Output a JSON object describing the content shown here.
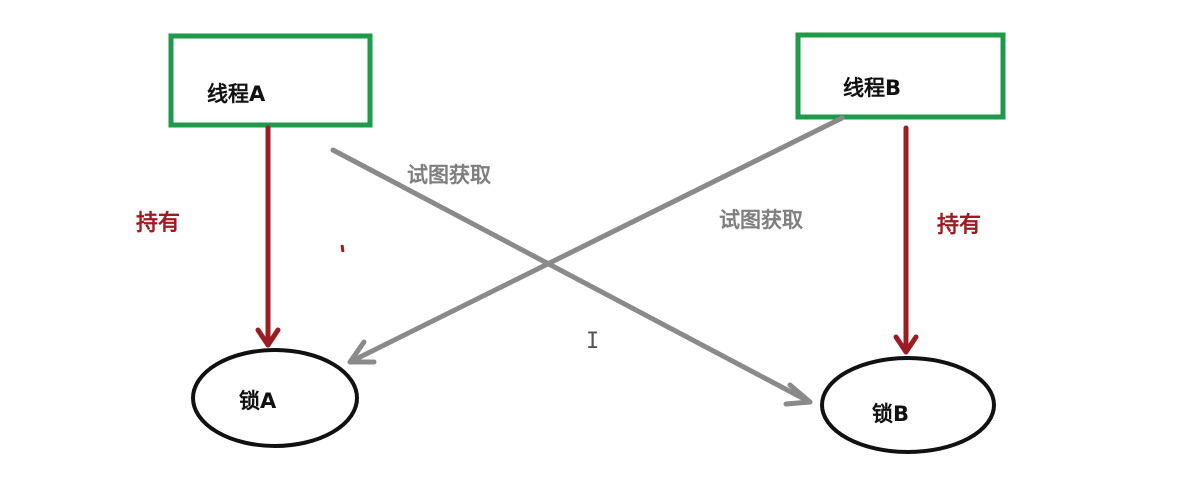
{
  "nodes": {
    "thread_a": "线程A",
    "thread_b": "线程B",
    "lock_a": "锁A",
    "lock_b": "锁B"
  },
  "edges": {
    "hold_a": "持有",
    "hold_b": "持有",
    "try_a_to_b": "试图获取",
    "try_b_to_a": "试图获取"
  },
  "colors": {
    "thread_border": "#1e9a4a",
    "hold_arrow": "#9b1c22",
    "try_arrow": "#8a8a8a",
    "lock_border": "#111111"
  },
  "cursor_glyph": "I"
}
